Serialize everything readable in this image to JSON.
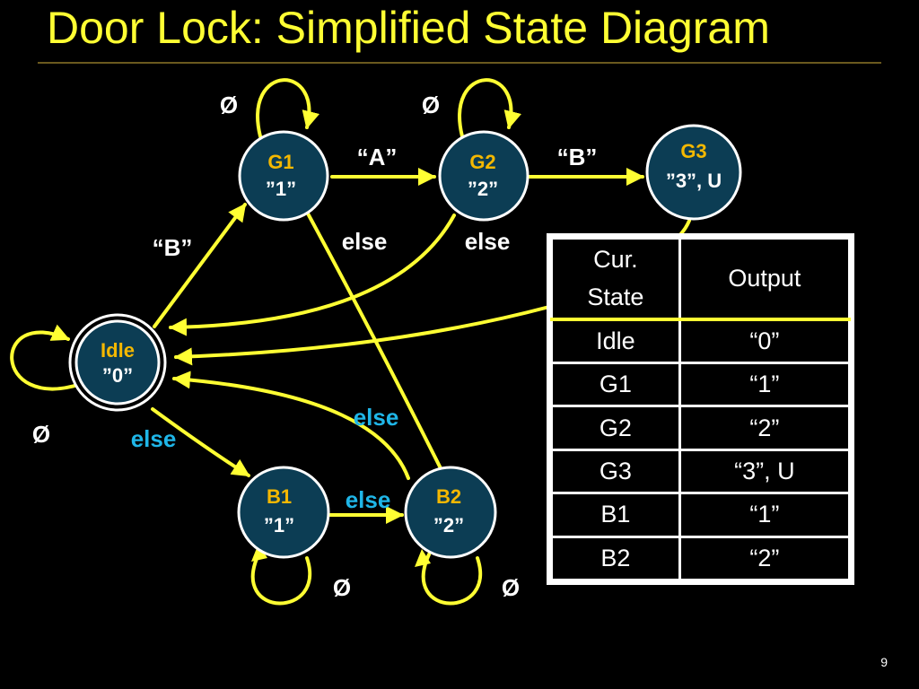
{
  "title": "Door Lock: Simplified State Diagram",
  "page_number": "9",
  "colors": {
    "background": "#000000",
    "title": "#ffff33",
    "arrow": "#ffff33",
    "state_fill": "#0c3d54",
    "state_name": "#f5b800",
    "else_label": "#1fb6e8",
    "table_line": "#ffffff"
  },
  "states": [
    {
      "id": "idle",
      "name": "Idle",
      "output": "”0”"
    },
    {
      "id": "g1",
      "name": "G1",
      "output": "”1”"
    },
    {
      "id": "g2",
      "name": "G2",
      "output": "”2”"
    },
    {
      "id": "g3",
      "name": "G3",
      "output": "”3”, U"
    },
    {
      "id": "b1",
      "name": "B1",
      "output": "”1”"
    },
    {
      "id": "b2",
      "name": "B2",
      "output": "”2”"
    }
  ],
  "transitions": [
    {
      "from": "idle",
      "to": "g1",
      "label": "“B”"
    },
    {
      "from": "g1",
      "to": "g2",
      "label": "“A”"
    },
    {
      "from": "g2",
      "to": "g3",
      "label": "“B”"
    },
    {
      "from": "g1",
      "to": "b2",
      "label": "else"
    },
    {
      "from": "g2",
      "to": "idle",
      "label": "else"
    },
    {
      "from": "idle",
      "to": "b1",
      "label": "else"
    },
    {
      "from": "b1",
      "to": "b2",
      "label": "else"
    },
    {
      "from": "b2",
      "to": "idle",
      "label": "else"
    },
    {
      "from": "g3",
      "to": "idle",
      "label": ""
    }
  ],
  "self_loop_label": "Ø",
  "table": {
    "headers": [
      "Cur.\nState",
      "Output"
    ],
    "header_cur_line1": "Cur.",
    "header_cur_line2": "State",
    "header_output": "Output",
    "rows": [
      {
        "state": "Idle",
        "output": "“0”"
      },
      {
        "state": "G1",
        "output": "“1”"
      },
      {
        "state": "G2",
        "output": "“2”"
      },
      {
        "state": "G3",
        "output": "“3”, U"
      },
      {
        "state": "B1",
        "output": "“1”"
      },
      {
        "state": "B2",
        "output": "“2”"
      }
    ]
  }
}
